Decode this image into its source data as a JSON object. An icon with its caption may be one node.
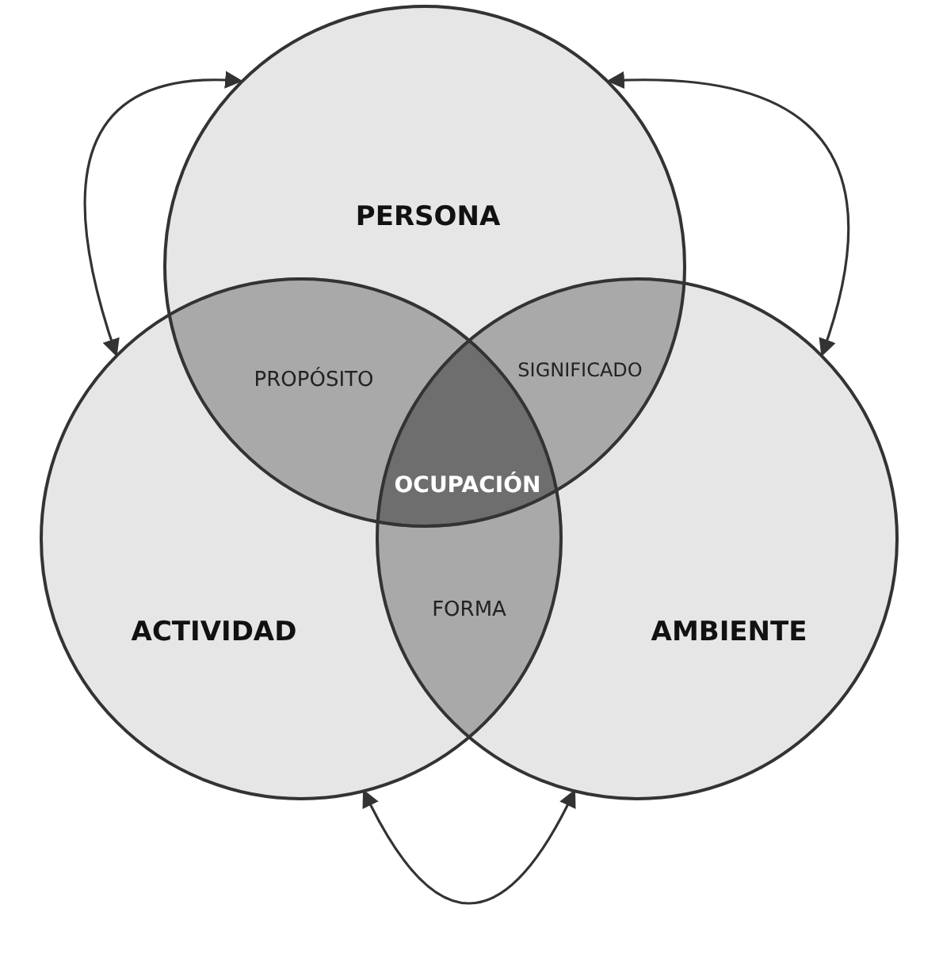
{
  "diagram": {
    "nodes": [
      {
        "text": [
          "PERSONA"
        ]
      },
      {
        "text": [
          "ACTIVIDAD"
        ]
      },
      {
        "text": [
          "AMBIENTE"
        ]
      },
      {
        "text": [
          "PROPÓSITO"
        ]
      },
      {
        "text": [
          "SIGNIFICADO"
        ]
      },
      {
        "text": [
          "FORMA"
        ]
      },
      {
        "text": [
          "OCUPACIÓN"
        ]
      }
    ],
    "edges": [
      {
        "from": 0,
        "to": 1,
        "arrow": "both"
      },
      {
        "from": 0,
        "to": 2,
        "arrow": "both"
      },
      {
        "from": 1,
        "to": 2,
        "arrow": "both"
      }
    ]
  }
}
